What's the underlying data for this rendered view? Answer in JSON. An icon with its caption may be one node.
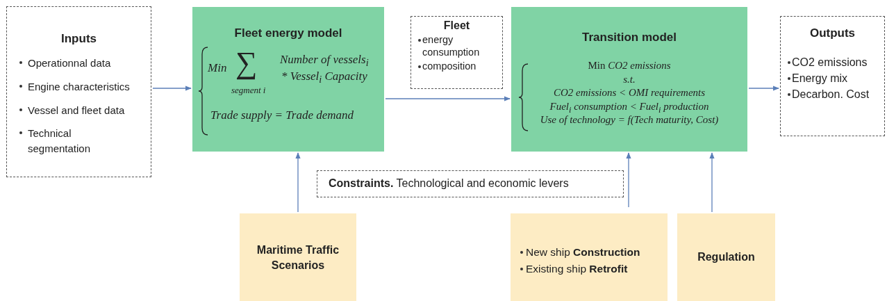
{
  "diagram": {
    "nodes": [
      {
        "text": [
          "Inputs",
          "Operationnal data",
          "Engine characteristics",
          "Vessel and fleet data",
          "Technical segmentation"
        ]
      },
      {
        "text": [
          "Fleet energy model",
          "Min",
          "∑",
          "segment i",
          "Number of vessels$_{i}$",
          "* Vessel$_{i}$ Capacity",
          "Trade supply = Trade demand"
        ]
      },
      {
        "text": [
          "Fleet",
          "energy consumption",
          "composition"
        ]
      },
      {
        "text": [
          "Transition  model",
          "Min *CO2 emissions*",
          "s.t.",
          "CO2 emissions < OMI requirements",
          "Fuel$_{i}$ consumption < Fuel$_{i}$ production",
          "Use of technology = f(Tech maturity, Cost)"
        ]
      },
      {
        "text": [
          "Outputs",
          "CO2 emissions",
          "Energy mix",
          "Decarbon. Cost"
        ]
      },
      {
        "text": [
          "**Constraints.**  Technological and economic levers"
        ]
      },
      {
        "text": [
          "Maritime Traffic Scenarios"
        ]
      },
      {
        "text": [
          "New ship **Construction**",
          "Existing ship **Retrofit**"
        ]
      },
      {
        "text": [
          "Regulation"
        ]
      }
    ],
    "edges": [
      {
        "from": 0,
        "to": 1,
        "arrow": "to"
      },
      {
        "from": 1,
        "to": 3,
        "arrow": "to"
      },
      {
        "from": 3,
        "to": 4,
        "arrow": "to"
      },
      {
        "from": 6,
        "to": 1,
        "arrow": "to"
      },
      {
        "from": 7,
        "to": 3,
        "arrow": "to"
      },
      {
        "from": 8,
        "to": 3,
        "arrow": "to"
      }
    ]
  }
}
